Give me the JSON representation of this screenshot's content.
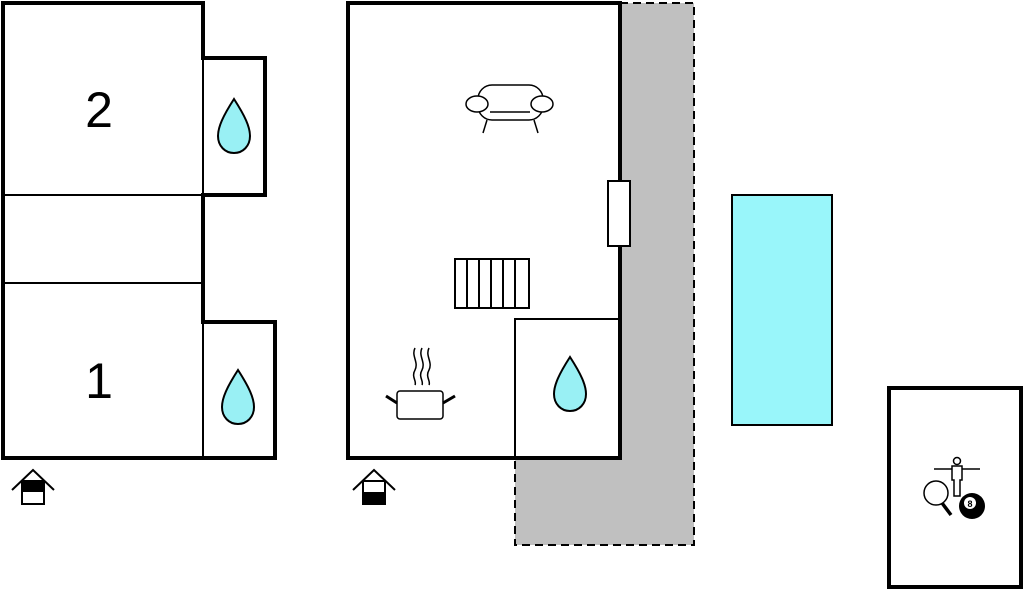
{
  "floorplan": {
    "left_building": {
      "room_top_label": "2",
      "room_bottom_label": "1"
    },
    "ball_label": "8",
    "icons": [
      "entrance-icon",
      "bathroom-icon",
      "living-room-sofa-icon",
      "staircase-icon",
      "kitchen-pot-icon",
      "swimming-pool",
      "terrace",
      "games-room-icon"
    ],
    "colors": {
      "wall": "#000000",
      "water_drop": "#99f0f4",
      "pool": "#99f6fa",
      "terrace": "#c0c0c0",
      "background": "#ffffff"
    }
  }
}
